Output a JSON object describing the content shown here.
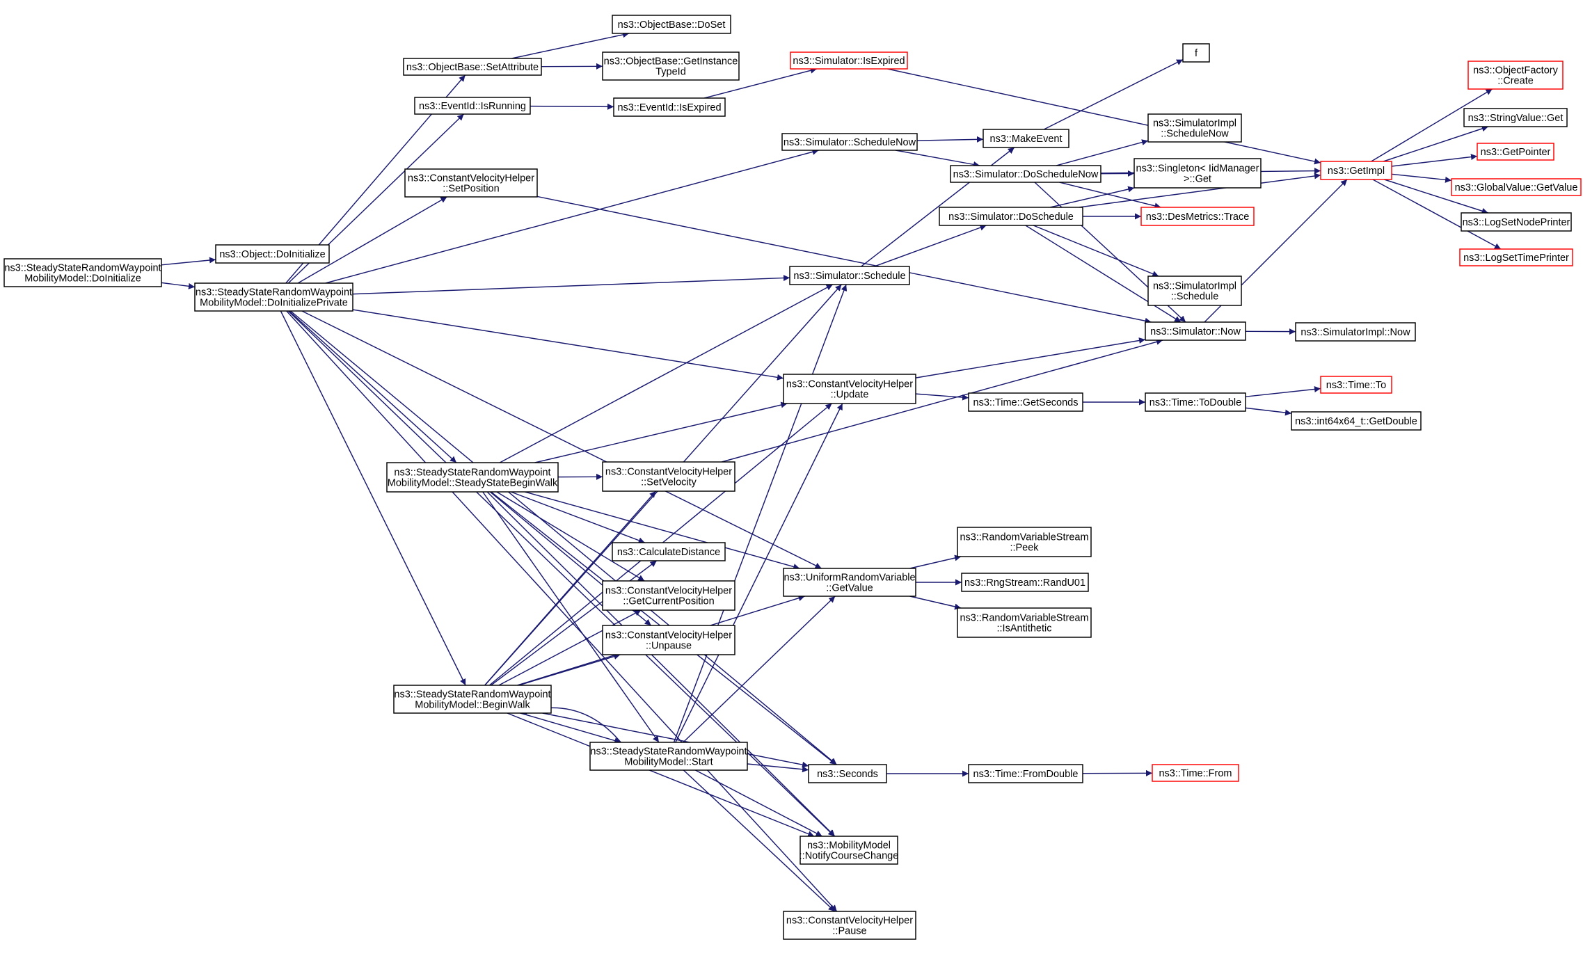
{
  "colors": {
    "edge": "#191970",
    "box_border": "#000000",
    "box_border_truncated": "#ff0000",
    "root_fill": "#bfbfbf",
    "box_fill": "#ffffff",
    "text": "#000000"
  },
  "nodes": [
    {
      "id": "root",
      "lines": [
        "ns3::SteadyStateRandomWaypoint",
        "MobilityModel::DoInitialize"
      ],
      "kind": "root"
    },
    {
      "id": "obj_doinit",
      "lines": [
        "ns3::Object::DoInitialize"
      ],
      "kind": "normal"
    },
    {
      "id": "doinitpriv",
      "lines": [
        "ns3::SteadyStateRandomWaypoint",
        "MobilityModel::DoInitializePrivate"
      ],
      "kind": "normal"
    },
    {
      "id": "setattr",
      "lines": [
        "ns3::ObjectBase::SetAttribute"
      ],
      "kind": "normal"
    },
    {
      "id": "doset",
      "lines": [
        "ns3::ObjectBase::DoSet"
      ],
      "kind": "normal"
    },
    {
      "id": "getinst",
      "lines": [
        "ns3::ObjectBase::GetInstance",
        "TypeId"
      ],
      "kind": "normal"
    },
    {
      "id": "isrunning",
      "lines": [
        "ns3::EventId::IsRunning"
      ],
      "kind": "normal"
    },
    {
      "id": "eid_isexpired",
      "lines": [
        "ns3::EventId::IsExpired"
      ],
      "kind": "normal"
    },
    {
      "id": "sim_isexpired",
      "lines": [
        "ns3::Simulator::IsExpired"
      ],
      "kind": "truncated"
    },
    {
      "id": "f",
      "lines": [
        "f"
      ],
      "kind": "normal"
    },
    {
      "id": "schednow",
      "lines": [
        "ns3::Simulator::ScheduleNow"
      ],
      "kind": "normal"
    },
    {
      "id": "makeevent",
      "lines": [
        "ns3::MakeEvent"
      ],
      "kind": "normal"
    },
    {
      "id": "doschednow",
      "lines": [
        "ns3::Simulator::DoScheduleNow"
      ],
      "kind": "normal"
    },
    {
      "id": "impl_schednow",
      "lines": [
        "ns3::SimulatorImpl",
        "::ScheduleNow"
      ],
      "kind": "normal"
    },
    {
      "id": "singleton",
      "lines": [
        "ns3::Singleton< IidManager",
        ">::Get"
      ],
      "kind": "normal"
    },
    {
      "id": "dessched",
      "lines": [
        "ns3::Simulator::DoSchedule"
      ],
      "kind": "normal"
    },
    {
      "id": "desmetrics",
      "lines": [
        "ns3::DesMetrics::Trace"
      ],
      "kind": "truncated"
    },
    {
      "id": "impl_sched",
      "lines": [
        "ns3::SimulatorImpl",
        "::Schedule"
      ],
      "kind": "normal"
    },
    {
      "id": "getimpl",
      "lines": [
        "ns3::GetImpl"
      ],
      "kind": "truncated"
    },
    {
      "id": "objfactory",
      "lines": [
        "ns3::ObjectFactory",
        "::Create"
      ],
      "kind": "truncated"
    },
    {
      "id": "strget",
      "lines": [
        "ns3::StringValue::Get"
      ],
      "kind": "normal"
    },
    {
      "id": "getptr",
      "lines": [
        "ns3::GetPointer"
      ],
      "kind": "truncated"
    },
    {
      "id": "globget",
      "lines": [
        "ns3::GlobalValue::GetValue"
      ],
      "kind": "truncated"
    },
    {
      "id": "lognode",
      "lines": [
        "ns3::LogSetNodePrinter"
      ],
      "kind": "normal"
    },
    {
      "id": "logtime",
      "lines": [
        "ns3::LogSetTimePrinter"
      ],
      "kind": "truncated"
    },
    {
      "id": "cvh_setpos",
      "lines": [
        "ns3::ConstantVelocityHelper",
        "::SetPosition"
      ],
      "kind": "normal"
    },
    {
      "id": "sim_schedule",
      "lines": [
        "ns3::Simulator::Schedule"
      ],
      "kind": "normal"
    },
    {
      "id": "sim_now",
      "lines": [
        "ns3::Simulator::Now"
      ],
      "kind": "normal"
    },
    {
      "id": "impl_now",
      "lines": [
        "ns3::SimulatorImpl::Now"
      ],
      "kind": "normal"
    },
    {
      "id": "cvh_update",
      "lines": [
        "ns3::ConstantVelocityHelper",
        "::Update"
      ],
      "kind": "normal"
    },
    {
      "id": "getseconds",
      "lines": [
        "ns3::Time::GetSeconds"
      ],
      "kind": "normal"
    },
    {
      "id": "todouble",
      "lines": [
        "ns3::Time::ToDouble"
      ],
      "kind": "normal"
    },
    {
      "id": "time_to",
      "lines": [
        "ns3::Time::To"
      ],
      "kind": "truncated"
    },
    {
      "id": "getdouble",
      "lines": [
        "ns3::int64x64_t::GetDouble"
      ],
      "kind": "normal"
    },
    {
      "id": "ssbeginwalk",
      "lines": [
        "ns3::SteadyStateRandomWaypoint",
        "MobilityModel::SteadyStateBeginWalk"
      ],
      "kind": "normal"
    },
    {
      "id": "cvh_setvel",
      "lines": [
        "ns3::ConstantVelocityHelper",
        "::SetVelocity"
      ],
      "kind": "normal"
    },
    {
      "id": "calcdist",
      "lines": [
        "ns3::CalculateDistance"
      ],
      "kind": "normal"
    },
    {
      "id": "cvh_getpos",
      "lines": [
        "ns3::ConstantVelocityHelper",
        "::GetCurrentPosition"
      ],
      "kind": "normal"
    },
    {
      "id": "cvh_unpause",
      "lines": [
        "ns3::ConstantVelocityHelper",
        "::Unpause"
      ],
      "kind": "normal"
    },
    {
      "id": "uniform_get",
      "lines": [
        "ns3::UniformRandomVariable",
        "::GetValue"
      ],
      "kind": "normal"
    },
    {
      "id": "rvs_peek",
      "lines": [
        "ns3::RandomVariableStream",
        "::Peek"
      ],
      "kind": "normal"
    },
    {
      "id": "randu01",
      "lines": [
        "ns3::RngStream::RandU01"
      ],
      "kind": "normal"
    },
    {
      "id": "rvs_anti",
      "lines": [
        "ns3::RandomVariableStream",
        "::IsAntithetic"
      ],
      "kind": "normal"
    },
    {
      "id": "beginwalk",
      "lines": [
        "ns3::SteadyStateRandomWaypoint",
        "MobilityModel::BeginWalk"
      ],
      "kind": "normal"
    },
    {
      "id": "start",
      "lines": [
        "ns3::SteadyStateRandomWaypoint",
        "MobilityModel::Start"
      ],
      "kind": "normal"
    },
    {
      "id": "seconds",
      "lines": [
        "ns3::Seconds"
      ],
      "kind": "normal"
    },
    {
      "id": "fromdouble",
      "lines": [
        "ns3::Time::FromDouble"
      ],
      "kind": "normal"
    },
    {
      "id": "time_from",
      "lines": [
        "ns3::Time::From"
      ],
      "kind": "truncated"
    },
    {
      "id": "notify",
      "lines": [
        "ns3::MobilityModel",
        "::NotifyCourseChange"
      ],
      "kind": "normal"
    },
    {
      "id": "cvh_pause",
      "lines": [
        "ns3::ConstantVelocityHelper",
        "::Pause"
      ],
      "kind": "normal"
    }
  ],
  "edges": [
    {
      "from": "root",
      "to": "obj_doinit"
    },
    {
      "from": "root",
      "to": "doinitpriv"
    },
    {
      "from": "doinitpriv",
      "to": "setattr"
    },
    {
      "from": "doinitpriv",
      "to": "isrunning"
    },
    {
      "from": "doinitpriv",
      "to": "schednow"
    },
    {
      "from": "doinitpriv",
      "to": "cvh_setpos"
    },
    {
      "from": "doinitpriv",
      "to": "sim_schedule"
    },
    {
      "from": "doinitpriv",
      "to": "cvh_update"
    },
    {
      "from": "doinitpriv",
      "to": "uniform_get"
    },
    {
      "from": "doinitpriv",
      "to": "ssbeginwalk"
    },
    {
      "from": "doinitpriv",
      "to": "beginwalk"
    },
    {
      "from": "doinitpriv",
      "to": "seconds"
    },
    {
      "from": "doinitpriv",
      "to": "notify"
    },
    {
      "from": "doinitpriv",
      "to": "cvh_pause"
    },
    {
      "from": "setattr",
      "to": "doset"
    },
    {
      "from": "setattr",
      "to": "getinst"
    },
    {
      "from": "isrunning",
      "to": "eid_isexpired"
    },
    {
      "from": "eid_isexpired",
      "to": "sim_isexpired"
    },
    {
      "from": "sim_isexpired",
      "to": "getimpl"
    },
    {
      "from": "schednow",
      "to": "makeevent"
    },
    {
      "from": "schednow",
      "to": "doschednow"
    },
    {
      "from": "makeevent",
      "to": "f"
    },
    {
      "from": "doschednow",
      "to": "impl_schednow"
    },
    {
      "from": "doschednow",
      "to": "singleton"
    },
    {
      "from": "doschednow",
      "to": "desmetrics"
    },
    {
      "from": "doschednow",
      "to": "getimpl"
    },
    {
      "from": "doschednow",
      "to": "sim_now"
    },
    {
      "from": "dessched",
      "to": "singleton"
    },
    {
      "from": "dessched",
      "to": "desmetrics"
    },
    {
      "from": "dessched",
      "to": "getimpl"
    },
    {
      "from": "dessched",
      "to": "impl_sched"
    },
    {
      "from": "dessched",
      "to": "sim_now"
    },
    {
      "from": "getimpl",
      "to": "objfactory"
    },
    {
      "from": "getimpl",
      "to": "strget"
    },
    {
      "from": "getimpl",
      "to": "getptr"
    },
    {
      "from": "getimpl",
      "to": "globget"
    },
    {
      "from": "getimpl",
      "to": "lognode"
    },
    {
      "from": "getimpl",
      "to": "logtime"
    },
    {
      "from": "cvh_setpos",
      "to": "sim_now"
    },
    {
      "from": "sim_schedule",
      "to": "makeevent"
    },
    {
      "from": "sim_schedule",
      "to": "dessched"
    },
    {
      "from": "sim_now",
      "to": "getimpl"
    },
    {
      "from": "sim_now",
      "to": "impl_now"
    },
    {
      "from": "cvh_update",
      "to": "sim_now"
    },
    {
      "from": "cvh_update",
      "to": "getseconds"
    },
    {
      "from": "getseconds",
      "to": "todouble"
    },
    {
      "from": "todouble",
      "to": "time_to"
    },
    {
      "from": "todouble",
      "to": "getdouble"
    },
    {
      "from": "ssbeginwalk",
      "to": "sim_schedule"
    },
    {
      "from": "ssbeginwalk",
      "to": "cvh_update"
    },
    {
      "from": "ssbeginwalk",
      "to": "uniform_get"
    },
    {
      "from": "ssbeginwalk",
      "to": "cvh_setvel"
    },
    {
      "from": "ssbeginwalk",
      "to": "calcdist"
    },
    {
      "from": "ssbeginwalk",
      "to": "cvh_getpos"
    },
    {
      "from": "ssbeginwalk",
      "to": "cvh_unpause"
    },
    {
      "from": "ssbeginwalk",
      "to": "start"
    },
    {
      "from": "ssbeginwalk",
      "to": "seconds"
    },
    {
      "from": "ssbeginwalk",
      "to": "notify"
    },
    {
      "from": "cvh_setvel",
      "to": "sim_now"
    },
    {
      "from": "uniform_get",
      "to": "rvs_peek"
    },
    {
      "from": "uniform_get",
      "to": "randu01"
    },
    {
      "from": "uniform_get",
      "to": "rvs_anti"
    },
    {
      "from": "beginwalk",
      "to": "cvh_setvel"
    },
    {
      "from": "beginwalk",
      "to": "calcdist"
    },
    {
      "from": "beginwalk",
      "to": "cvh_getpos"
    },
    {
      "from": "beginwalk",
      "to": "cvh_unpause"
    },
    {
      "from": "beginwalk",
      "to": "sim_schedule"
    },
    {
      "from": "beginwalk",
      "to": "cvh_update"
    },
    {
      "from": "beginwalk",
      "to": "uniform_get"
    },
    {
      "from": "beginwalk",
      "to": "start"
    },
    {
      "from": "beginwalk",
      "to": "seconds"
    },
    {
      "from": "beginwalk",
      "to": "notify"
    },
    {
      "from": "start",
      "to": "beginwalk"
    },
    {
      "from": "start",
      "to": "sim_schedule"
    },
    {
      "from": "start",
      "to": "cvh_update"
    },
    {
      "from": "start",
      "to": "uniform_get"
    },
    {
      "from": "start",
      "to": "seconds"
    },
    {
      "from": "start",
      "to": "notify"
    },
    {
      "from": "start",
      "to": "cvh_pause"
    },
    {
      "from": "seconds",
      "to": "fromdouble"
    },
    {
      "from": "fromdouble",
      "to": "time_from"
    }
  ]
}
